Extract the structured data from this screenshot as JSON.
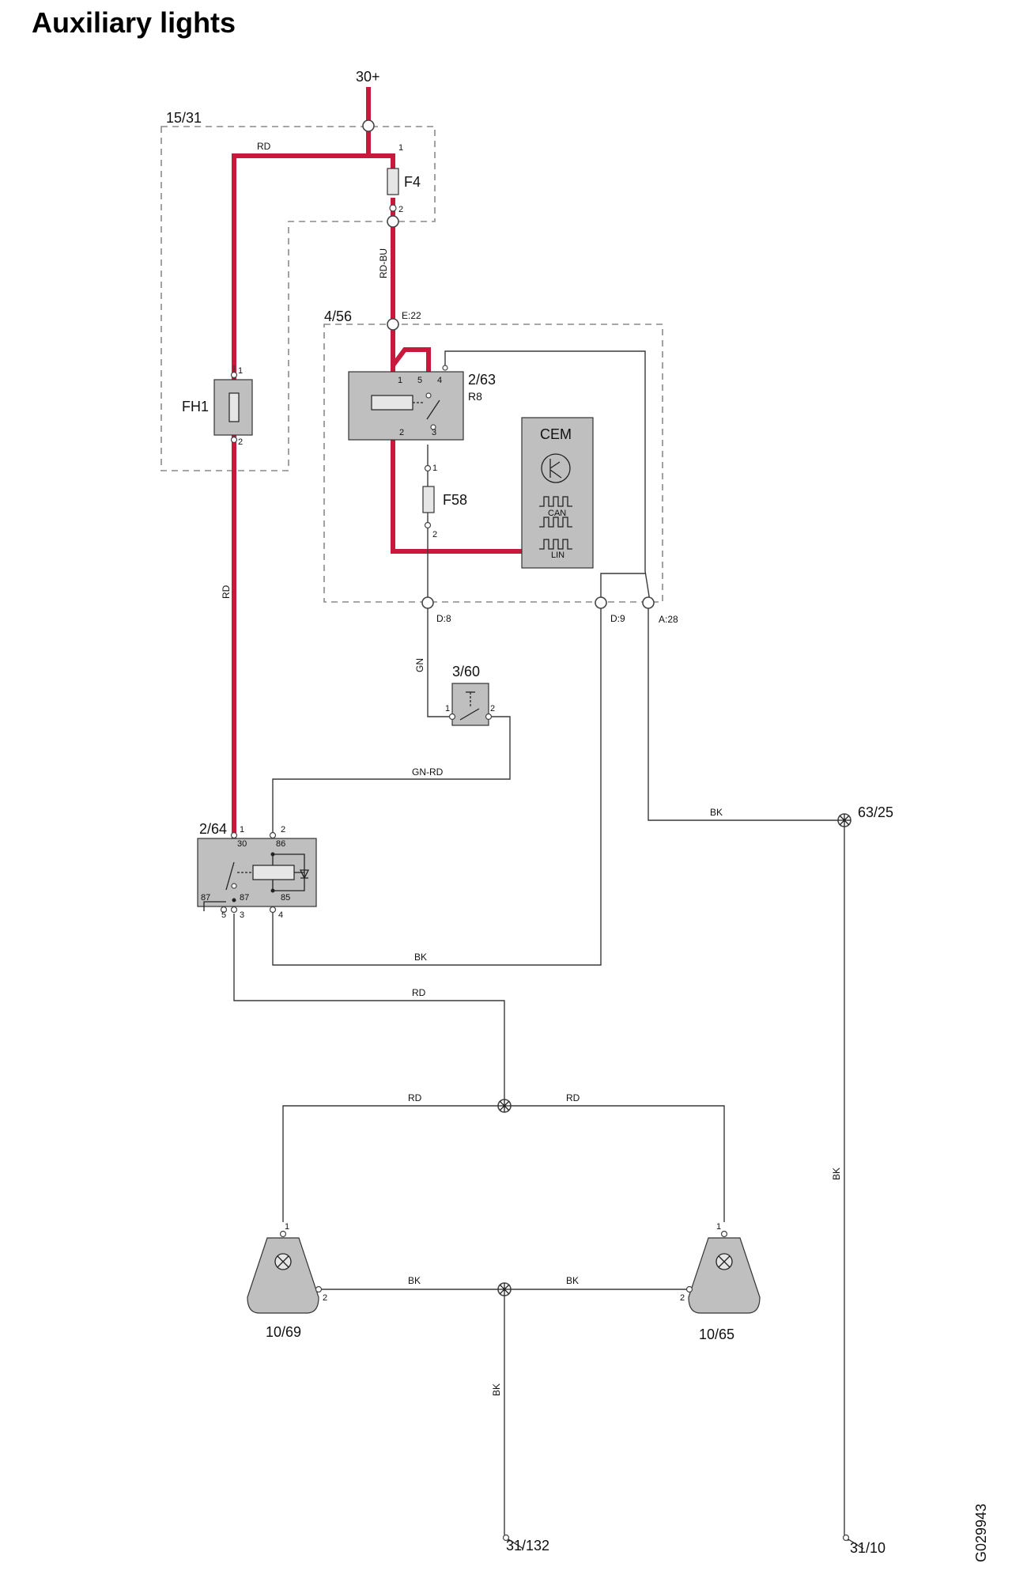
{
  "title": "Auxiliary lights",
  "image_code": "G029943",
  "components": {
    "supply": "30+",
    "fuse_box": "15/31",
    "fuse_f4": "F4",
    "fuse_fh1": "FH1",
    "module": "4/56",
    "relay_r8_id": "2/63",
    "relay_r8_name": "R8",
    "cem": "CEM",
    "can": "CAN",
    "lin": "LIN",
    "fuse_f58": "F58",
    "switch": "3/60",
    "relay_aux": "2/64",
    "splice_right": "63/25",
    "lamp_left": "10/69",
    "lamp_right": "10/65",
    "ground_left": "31/132",
    "ground_right": "31/10"
  },
  "connectors": {
    "e22": "E:22",
    "d8": "D:8",
    "d9": "D:9",
    "a28": "A:28"
  },
  "wire_colors": {
    "rd": "RD",
    "rd_bu": "RD-BU",
    "gn": "GN",
    "gn_rd": "GN-RD",
    "bk": "BK"
  },
  "pins": {
    "p1": "1",
    "p2": "2",
    "p3": "3",
    "p4": "4",
    "p5": "5",
    "p30": "30",
    "p85": "85",
    "p86": "86",
    "p87": "87",
    "p87a": "87"
  },
  "colors": {
    "power_wire": "#c8193c",
    "signal_wire": "#3a3a3a",
    "component_fill": "#bfbfbf",
    "box_outline": "#8a8a8a"
  }
}
